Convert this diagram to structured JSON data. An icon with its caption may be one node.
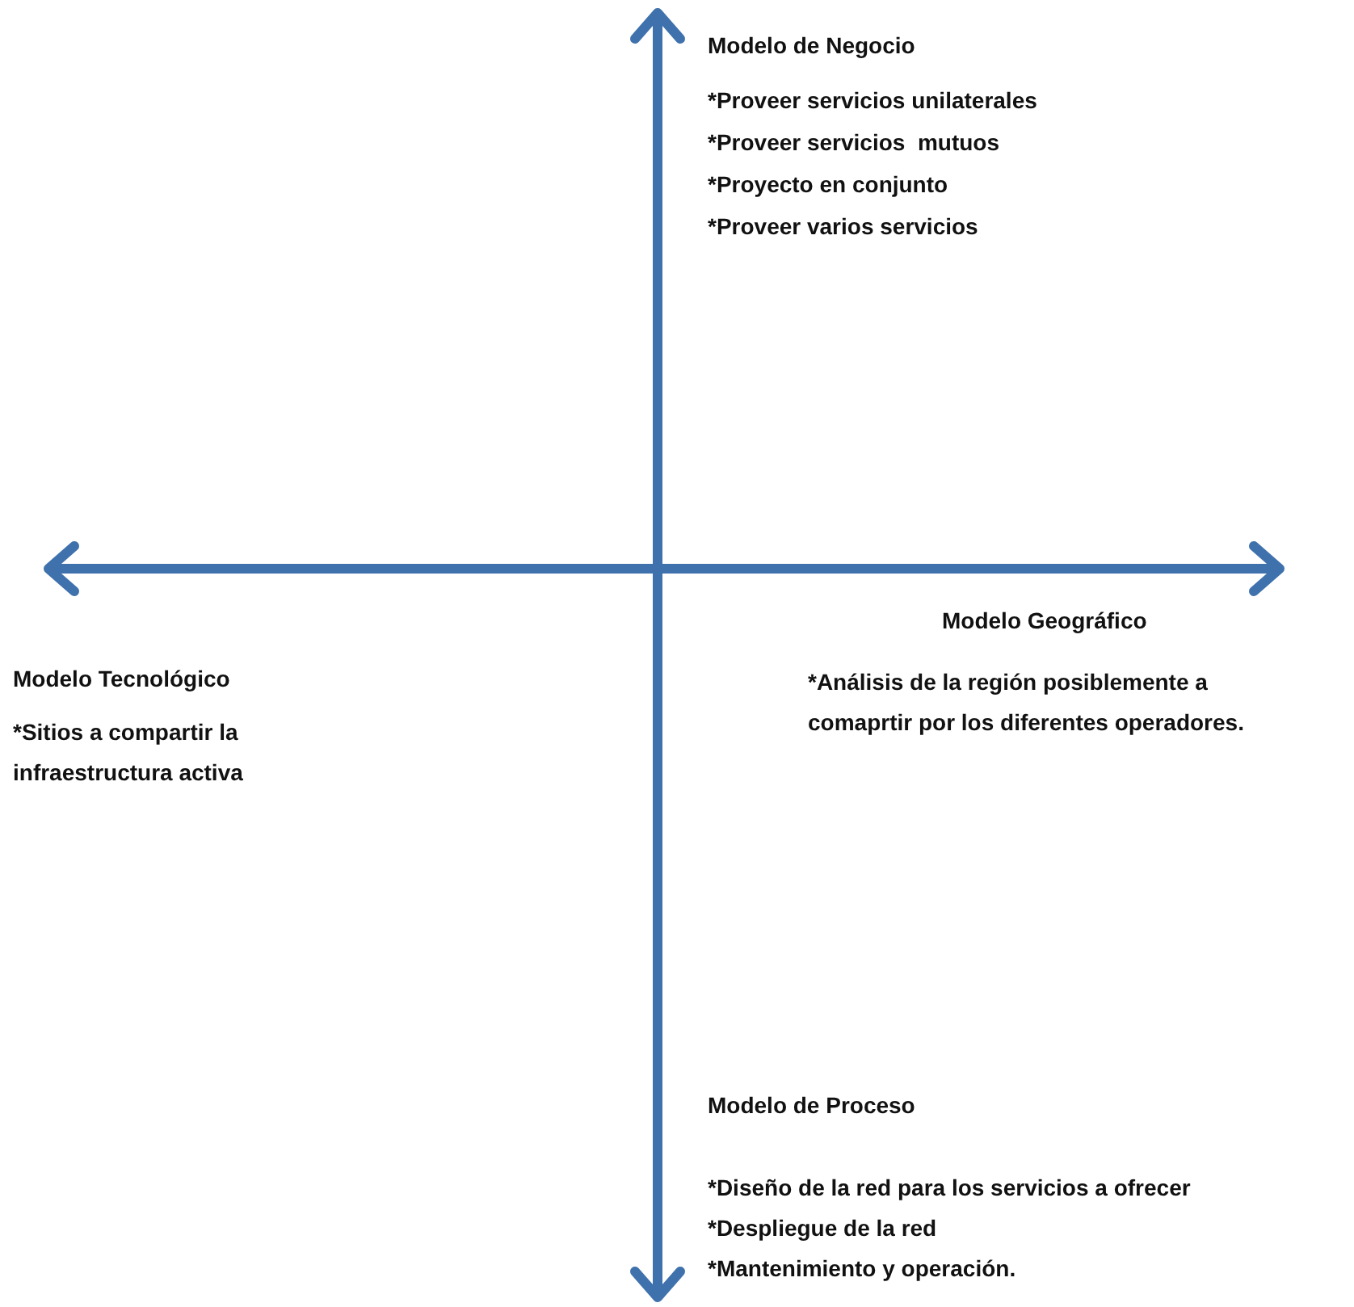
{
  "diagram": {
    "labels": [
      "Modelo de Negocio",
      "*Proveer servicios unilaterales",
      "*Proveer servicios  mutuos",
      "*Proyecto en conjunto",
      "*Proveer varios servicios",
      "Modelo Tecnológico",
      "Modelo Geográfico",
      "*Sitios a compartir la infraestructura activa",
      "*Análisis de la región posiblemente a comaprtir por los diferentes operadores.",
      "Modelo de Proceso",
      "*Diseño de la red para los servicios a ofrecer",
      "*Despliegue de la red",
      "*Mantenimiento y operación."
    ]
  }
}
